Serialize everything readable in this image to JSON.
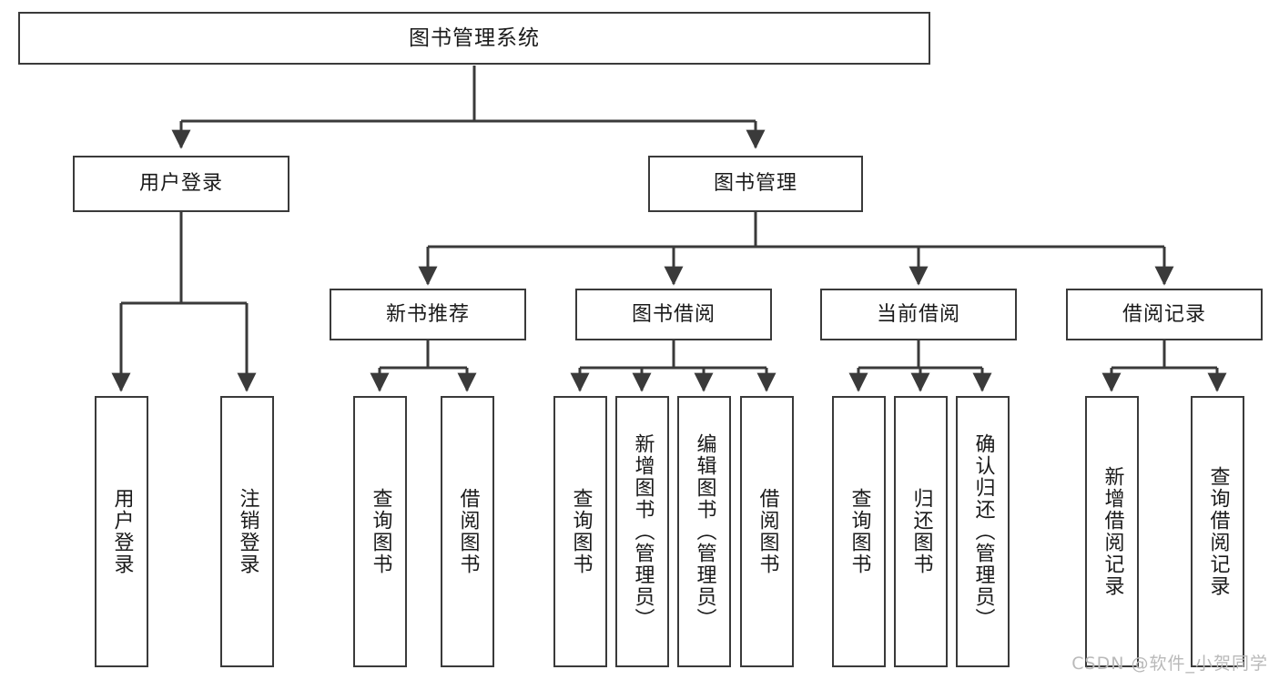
{
  "diagram": {
    "title": "图书管理系统",
    "watermark": "CSDN @软件_小贺同学",
    "line_color": "#3a3a3a",
    "box_fill": "#ffffff",
    "text_color": "#1a1a1a",
    "watermark_color": "#b9b9b9"
  },
  "root": {
    "label": "图书管理系统"
  },
  "level2": [
    {
      "label": "用户登录"
    },
    {
      "label": "图书管理"
    }
  ],
  "level3": [
    {
      "label": "新书推荐"
    },
    {
      "label": "图书借阅"
    },
    {
      "label": "当前借阅"
    },
    {
      "label": "借阅记录"
    }
  ],
  "leaves": {
    "user_login": [
      {
        "label": "用户登录"
      },
      {
        "label": "注销登录"
      }
    ],
    "new_book": [
      {
        "label": "查询图书"
      },
      {
        "label": "借阅图书"
      }
    ],
    "book_borrow": [
      {
        "label": "查询图书"
      },
      {
        "label": "新增图书（管理员）"
      },
      {
        "label": "编辑图书（管理员）"
      },
      {
        "label": "借阅图书"
      }
    ],
    "current_borrow": [
      {
        "label": "查询图书"
      },
      {
        "label": "归还图书"
      },
      {
        "label": "确认归还（管理员）"
      }
    ],
    "borrow_record": [
      {
        "label": "新增借阅记录"
      },
      {
        "label": "查询借阅记录"
      }
    ]
  },
  "chart_data": {
    "type": "table",
    "title": "图书管理系统 功能结构图",
    "tree": {
      "name": "图书管理系统",
      "children": [
        {
          "name": "用户登录",
          "children": [
            {
              "name": "用户登录"
            },
            {
              "name": "注销登录"
            }
          ]
        },
        {
          "name": "图书管理",
          "children": [
            {
              "name": "新书推荐",
              "children": [
                {
                  "name": "查询图书"
                },
                {
                  "name": "借阅图书"
                }
              ]
            },
            {
              "name": "图书借阅",
              "children": [
                {
                  "name": "查询图书"
                },
                {
                  "name": "新增图书（管理员）"
                },
                {
                  "name": "编辑图书（管理员）"
                },
                {
                  "name": "借阅图书"
                }
              ]
            },
            {
              "name": "当前借阅",
              "children": [
                {
                  "name": "查询图书"
                },
                {
                  "name": "归还图书"
                },
                {
                  "name": "确认归还（管理员）"
                }
              ]
            },
            {
              "name": "借阅记录",
              "children": [
                {
                  "name": "新增借阅记录"
                },
                {
                  "name": "查询借阅记录"
                }
              ]
            }
          ]
        }
      ]
    }
  }
}
